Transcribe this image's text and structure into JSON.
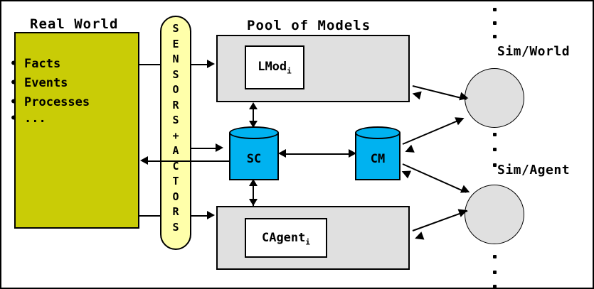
{
  "diagram": {
    "title_real_world": "Real World",
    "title_pool": "Pool of Models",
    "real_world_items": [
      {
        "bullet": "•",
        "text": "Facts"
      },
      {
        "bullet": "•",
        "text": "Events"
      },
      {
        "bullet": "•",
        "text": "Processes"
      },
      {
        "bullet": "•",
        "text": "..."
      }
    ],
    "sensors_letters": [
      "S",
      "E",
      "N",
      "S",
      "O",
      "R",
      "S",
      "+",
      "A",
      "C",
      "T",
      "O",
      "R",
      "S"
    ],
    "sensors_full_text": "SENSORS+ACTORS",
    "lmod": {
      "name": "LMod",
      "subscript": "i"
    },
    "cagent": {
      "name": "CAgent",
      "subscript": "i"
    },
    "cylinders": [
      {
        "label": "SC"
      },
      {
        "label": "CM"
      }
    ],
    "circles": [
      {
        "label": "Sim/World"
      },
      {
        "label": "Sim/Agent"
      }
    ],
    "colors": {
      "real_world_fill": "#c9cc06",
      "sensors_fill": "#ffffaa",
      "pool_fill": "#e0e0e0",
      "inner_box_fill": "#ffffff",
      "cylinder_fill": "#00b2f0",
      "circle_fill": "#e0e0e0",
      "stroke": "#000000",
      "background": "#ffffff"
    }
  }
}
